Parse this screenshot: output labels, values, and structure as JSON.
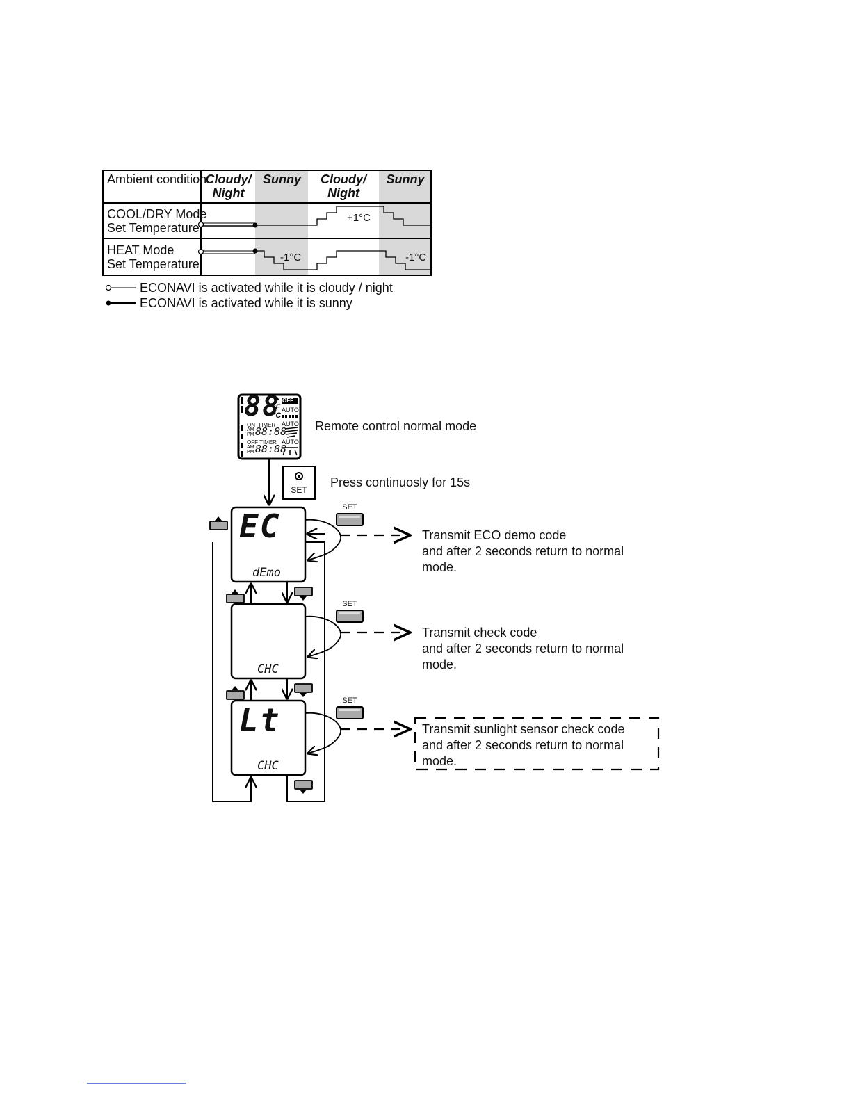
{
  "table": {
    "header": {
      "label": "Ambient condition",
      "columns": [
        "Cloudy/\nNight",
        "Sunny",
        "Cloudy/\nNight",
        "Sunny"
      ]
    },
    "rows": [
      {
        "label_line1": "COOL/DRY Mode",
        "label_line2": "Set Temperature",
        "annotation": "+1°C"
      },
      {
        "label_line1": "HEAT Mode",
        "label_line2": "Set Temperature",
        "annotation1": "-1°C",
        "annotation2": "-1°C"
      }
    ]
  },
  "legend": {
    "open": "ECONAVI is activated while it is cloudy / night",
    "filled": "ECONAVI is activated while it is sunny"
  },
  "flow": {
    "remote_label": "Remote control normal mode",
    "remote_lcd": {
      "temp": "88",
      "deg_f": "°F",
      "deg_c": "°C",
      "off": "OFF",
      "auto1": "AUTO",
      "auto2": "AUTO",
      "auto3": "AUTO",
      "on_timer": "ON  TIMER",
      "off_timer": "OFF TIMER",
      "am": "AM",
      "pm": "PM",
      "time": "88:88"
    },
    "press_label": "Press continuosly for 15s",
    "set_button": "SET",
    "screens": [
      {
        "big": "EC",
        "small": "dEmo",
        "set_label": "SET",
        "description": "Transmit ECO demo code\nand after 2 seconds return to normal\nmode."
      },
      {
        "big": "",
        "small": "CHC",
        "set_label": "SET",
        "description": "Transmit check code\nand after 2 seconds return to normal\nmode."
      },
      {
        "big": "Lt",
        "small": "CHC",
        "set_label": "SET",
        "description": "Transmit sunlight sensor check code\nand after 2 seconds return to normal\nmode."
      }
    ]
  }
}
